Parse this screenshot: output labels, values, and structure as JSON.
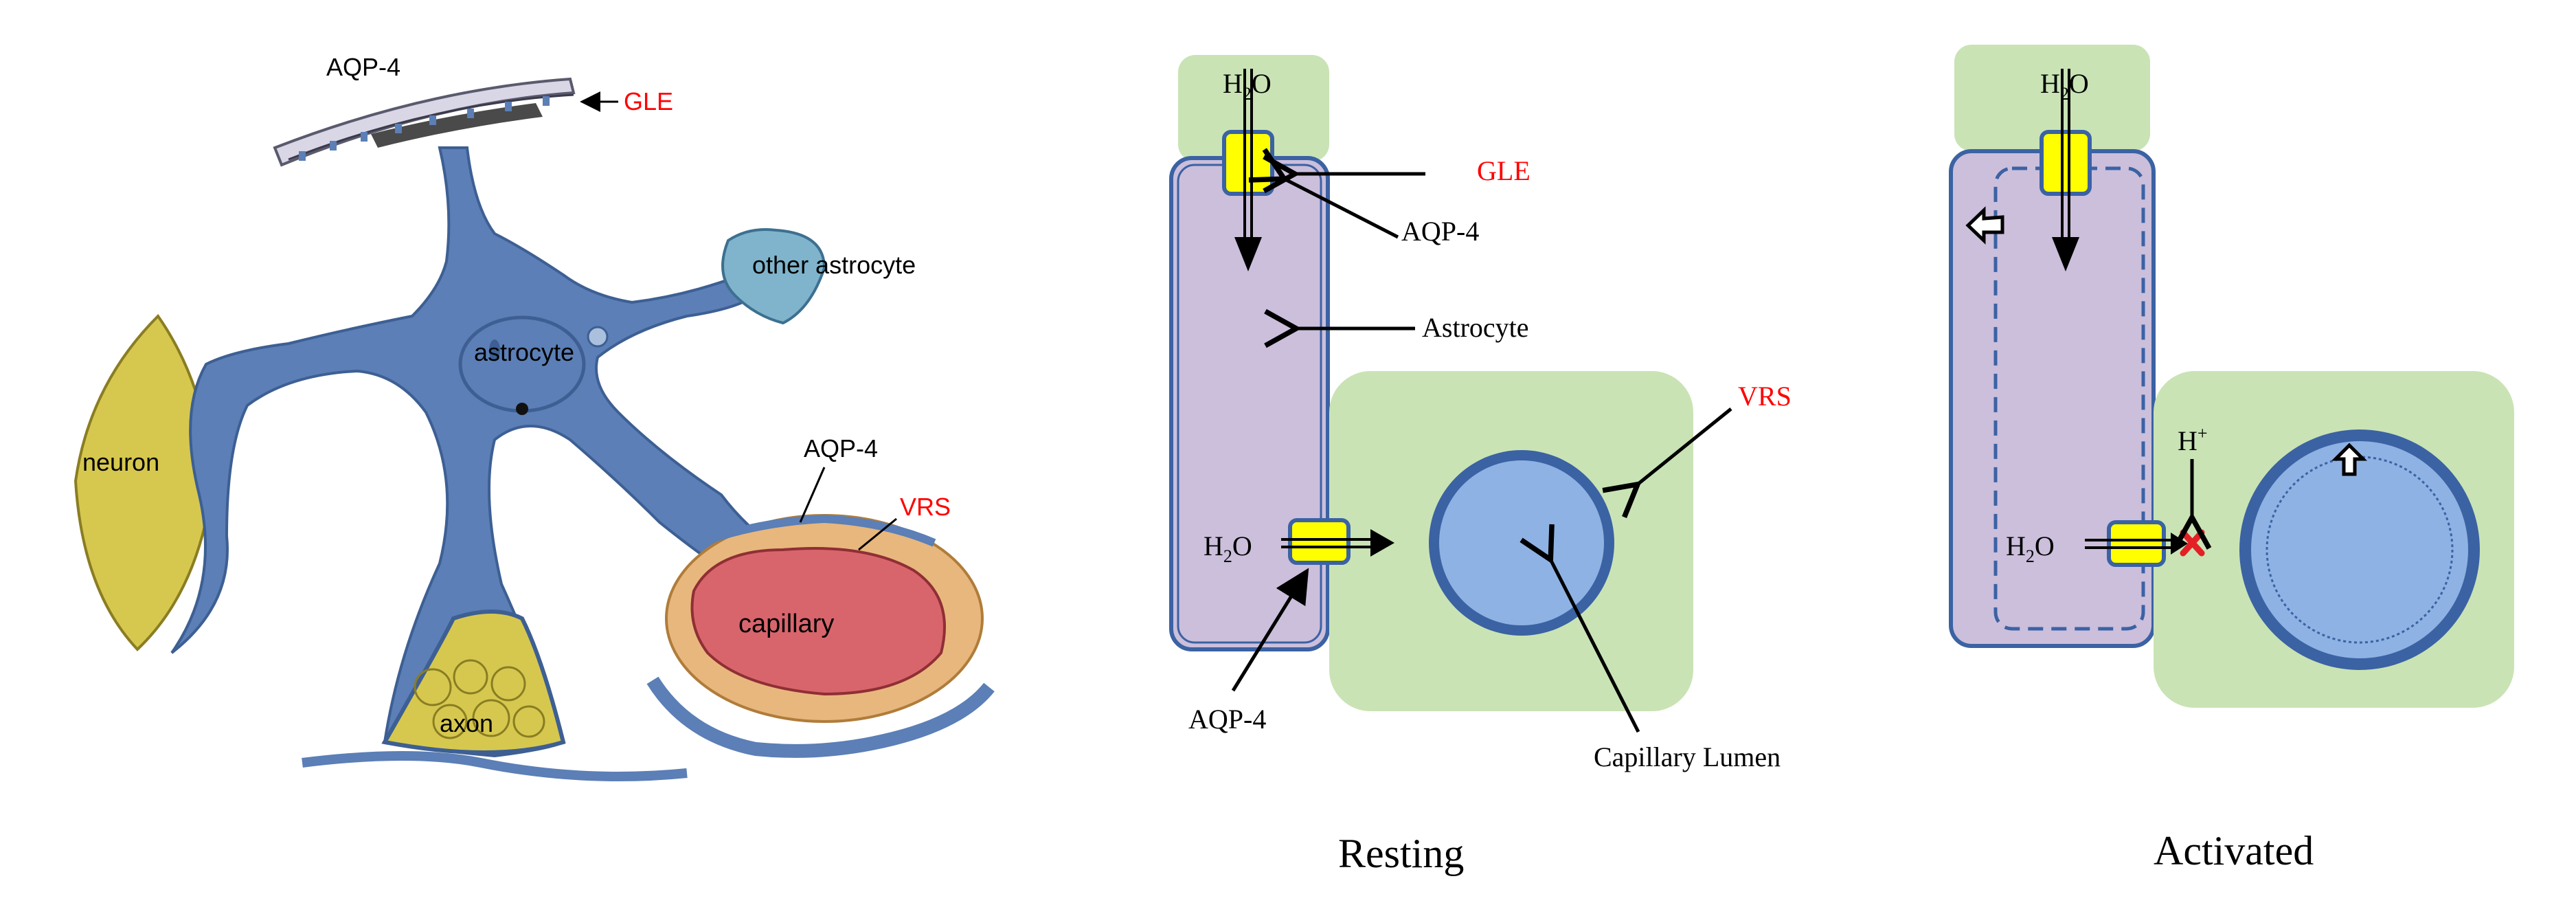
{
  "colors": {
    "astro_blue": "#5b7fb6",
    "astro_dark": "#3d5f93",
    "neuron_yellow": "#d6c84f",
    "capillary_red": "#d9656c",
    "capillary_tan": "#e8b77d",
    "gle_grey": "#d9d6e6",
    "other_astro": "#7fb4cc",
    "panel_green": "#c9e3b5",
    "cell_purple": "#cbbfdc",
    "cell_border": "#3b62a3",
    "lumen_blue": "#8eb2e3",
    "aqp_yellow": "#ffff00",
    "red_label": "#ff0000",
    "block_red": "#e41f26"
  },
  "left_panel": {
    "labels": {
      "aqp4_top": "AQP-4",
      "gle": "GLE",
      "other_astrocyte": "other astrocyte",
      "astrocyte": "astrocyte",
      "neuron": "neuron",
      "aqp4_mid": "AQP-4",
      "vrs": "VRS",
      "capillary": "capillary",
      "axon": "axon"
    }
  },
  "resting_panel": {
    "title": "Resting",
    "water_top": "H",
    "water_top_sub": "2",
    "water_top_o": "O",
    "gle": "GLE",
    "aqp4_top": "AQP-4",
    "astrocyte": "Astrocyte",
    "vrs": "VRS",
    "water_side": "H",
    "water_side_sub": "2",
    "water_side_o": "O",
    "aqp4_bottom": "AQP-4",
    "capillary_lumen": "Capillary Lumen"
  },
  "activated_panel": {
    "title": "Activated",
    "water_top": "H",
    "water_top_sub": "2",
    "water_top_o": "O",
    "proton": "H",
    "proton_sup": "+",
    "water_side": "H",
    "water_side_sub": "2",
    "water_side_o": "O"
  }
}
